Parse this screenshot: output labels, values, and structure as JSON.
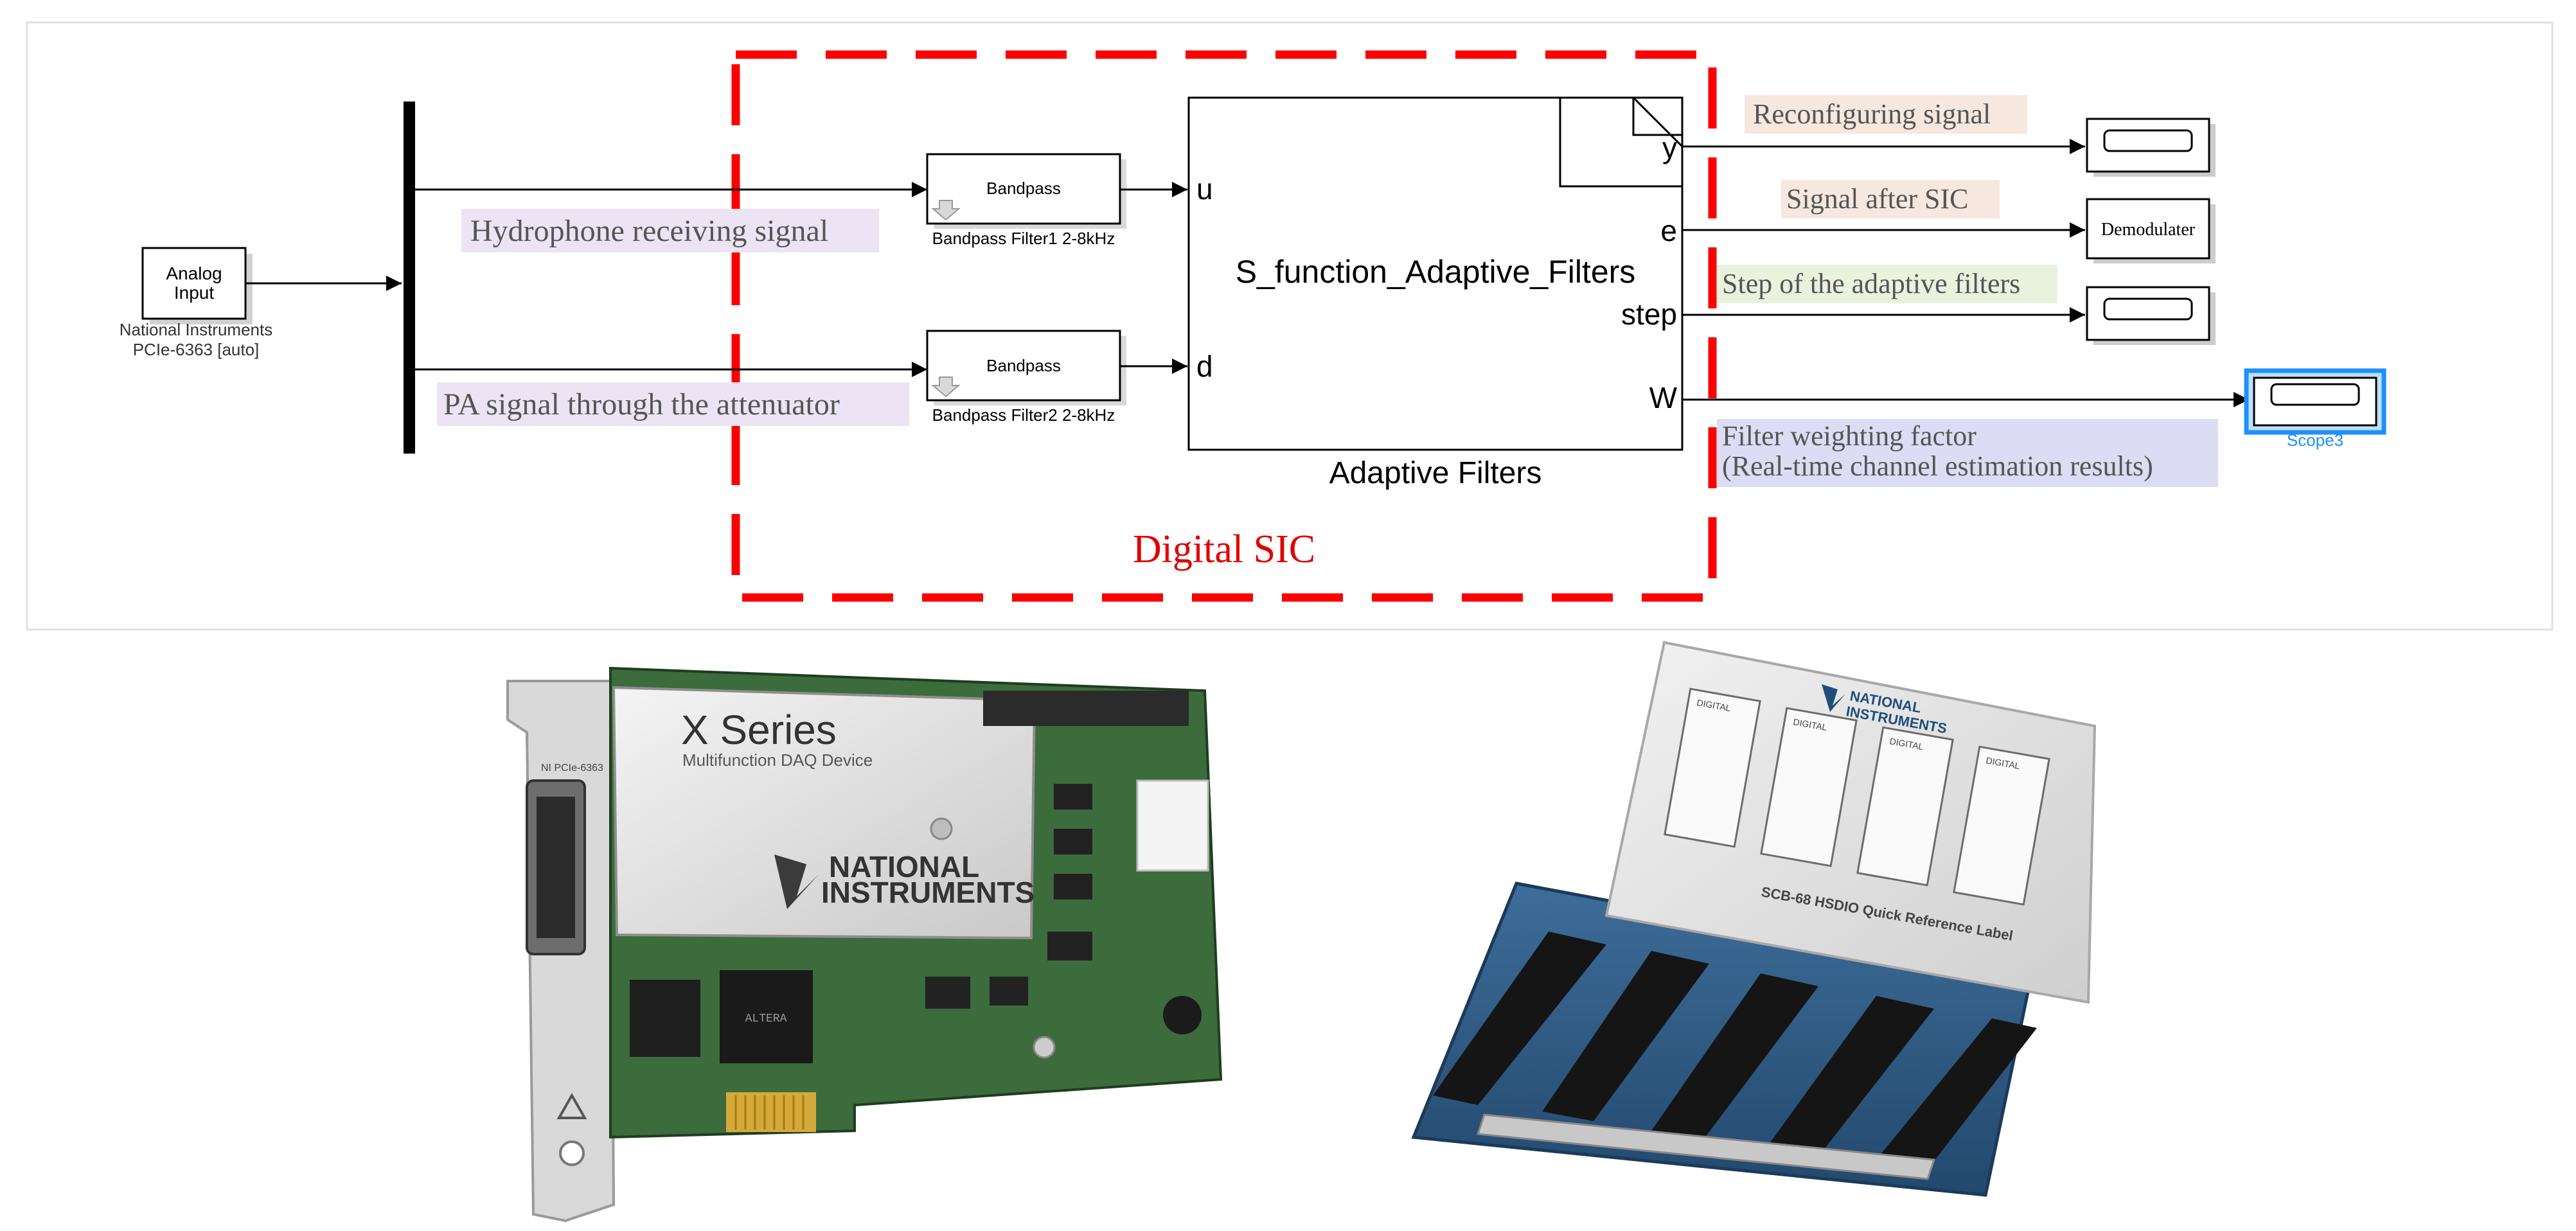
{
  "blocks": {
    "analog_input": {
      "label_line1": "Analog",
      "label_line2": "Input",
      "caption_line1": "National Instruments",
      "caption_line2": "PCIe-6363 [auto]"
    },
    "bandpass1": {
      "label": "Bandpass",
      "caption": "Bandpass Filter1 2-8kHz"
    },
    "bandpass2": {
      "label": "Bandpass",
      "caption": "Bandpass Filter2 2-8kHz"
    },
    "adaptive": {
      "title": "S_function_Adaptive_Filters",
      "caption": "Adaptive Filters",
      "port_u": "u",
      "port_d": "d",
      "port_y": "y",
      "port_e": "e",
      "port_step": "step",
      "port_w": "W"
    },
    "demodulator": {
      "label": "Demodulater"
    },
    "scope3": {
      "caption": "Scope3"
    }
  },
  "annotations": {
    "hydrophone": "Hydrophone receiving signal",
    "pa_signal": "PA signal through the attenuator",
    "reconfiguring": "Reconfiguring signal",
    "after_sic": "Signal after SIC",
    "step_label": "Step of the adaptive filters",
    "weight_line1": "Filter weighting factor",
    "weight_line2": "(Real-time channel estimation results)",
    "digital_sic": "Digital SIC"
  },
  "photos": {
    "daq_card": {
      "title": "X Series",
      "subtitle": "Multifunction DAQ Device",
      "brand_line1": "NATIONAL",
      "brand_line2": "INSTRUMENTS",
      "bracket_label": "NI PCIe-6363",
      "chip_label": "ALTERA"
    },
    "scb_block": {
      "brand_line1": "NATIONAL",
      "brand_line2": "INSTRUMENTS",
      "ref_label": "SCB-68 HSDIO Quick Reference Label",
      "col1": "DIGITAL",
      "col2": "DIGITAL",
      "col3": "DIGITAL",
      "col4": "DIGITAL"
    }
  },
  "colors": {
    "accent_red": "#e00000",
    "dash_red": "#ff0000",
    "scope_blue": "#1e90ff",
    "highlight_purple": "#ece4f4",
    "highlight_peach": "#f6e7df",
    "highlight_green": "#e9f2dd",
    "highlight_lavender": "#dcdcf5",
    "board_green": "#3c6b3c",
    "tray_blue": "#2e5a86"
  }
}
